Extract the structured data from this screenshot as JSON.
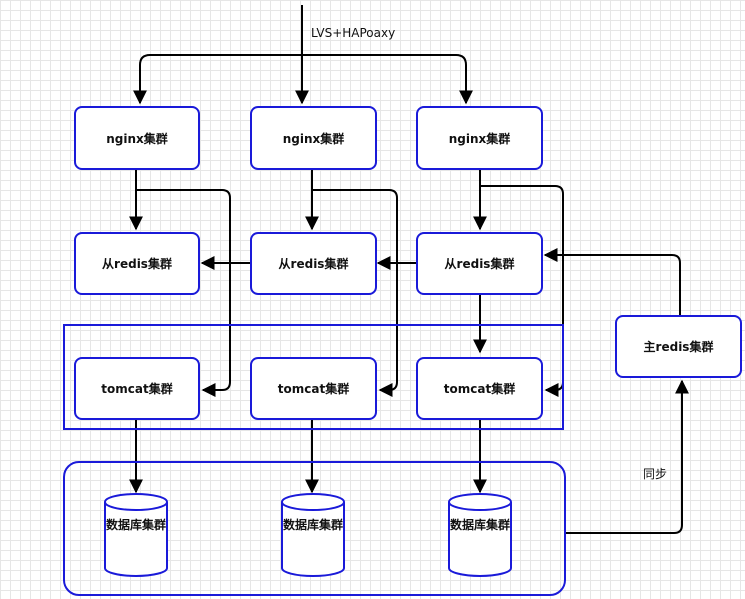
{
  "diagram": {
    "entry_label": "LVS+HAPoaxy",
    "sync_label": "同步",
    "nginx_nodes": [
      {
        "label": "nginx集群"
      },
      {
        "label": "nginx集群"
      },
      {
        "label": "nginx集群"
      }
    ],
    "slave_redis_nodes": [
      {
        "label": "从redis集群"
      },
      {
        "label": "从redis集群"
      },
      {
        "label": "从redis集群"
      }
    ],
    "tomcat_nodes": [
      {
        "label": "tomcat集群"
      },
      {
        "label": "tomcat集群"
      },
      {
        "label": "tomcat集群"
      }
    ],
    "master_redis": {
      "label": "主redis集群"
    },
    "databases": [
      {
        "label": "数据库集群"
      },
      {
        "label": "数据库集群"
      },
      {
        "label": "数据库集群"
      }
    ]
  },
  "colors": {
    "node_border": "#1a1ad9",
    "edge": "#000000",
    "grid": "#e6e6e6"
  }
}
